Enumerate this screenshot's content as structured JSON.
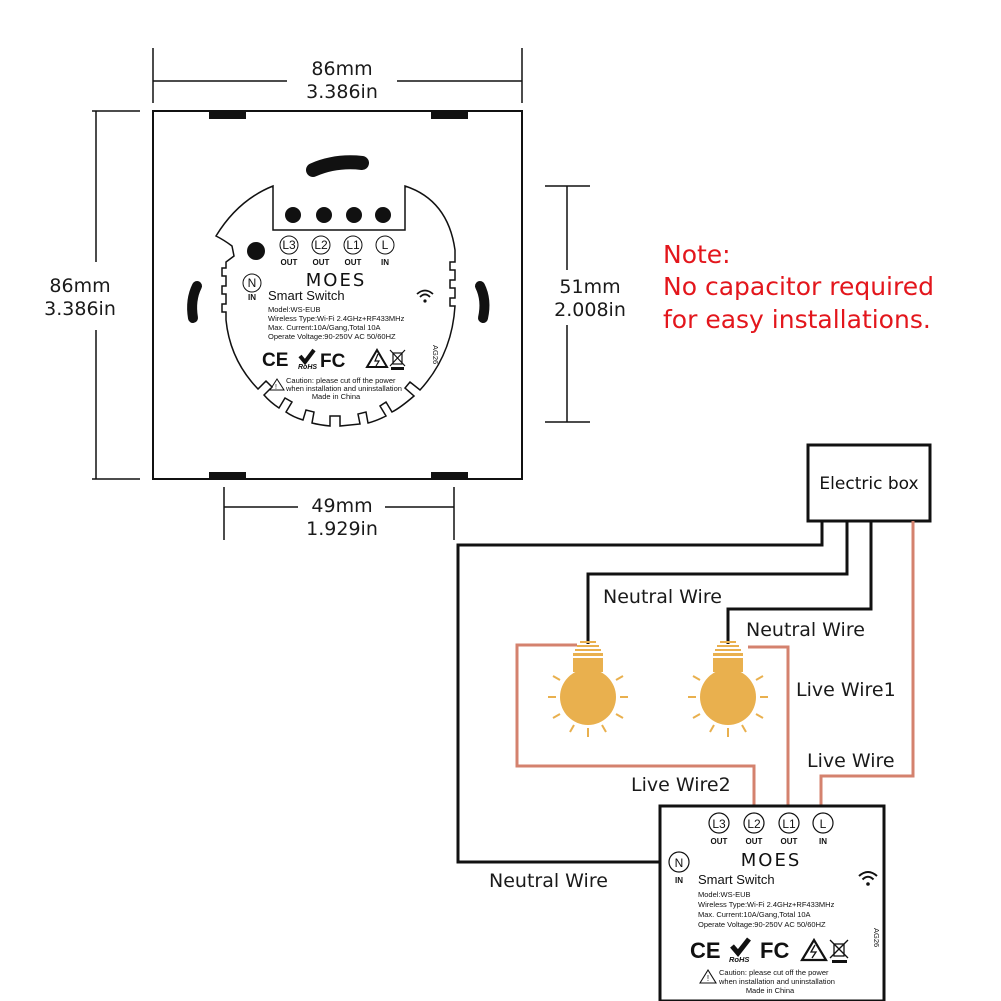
{
  "dimensions": {
    "top_width": {
      "mm": "86mm",
      "in": "3.386in"
    },
    "left_height": {
      "mm": "86mm",
      "in": "3.386in"
    },
    "right_height": {
      "mm": "51mm",
      "in": "2.008in"
    },
    "bottom_width": {
      "mm": "49mm",
      "in": "1.929in"
    }
  },
  "note": {
    "title": "Note:",
    "line1": "No capacitor required",
    "line2": "for easy installations."
  },
  "device": {
    "brand": "MOES",
    "product": "Smart Switch",
    "model": "Model:WS-EUB",
    "wireless": "Wireless Type:Wi-Fi 2.4GHz+RF433MHz",
    "current": "Max. Current:10A/Gang,Total 10A",
    "voltage": "Operate Voltage:90-250V AC 50/60HZ",
    "caution1": "Caution: please cut off the power",
    "caution2": "when installation and uninstallation",
    "origin": "Made in China",
    "side_code": "AG26",
    "certs": {
      "ce": "CE",
      "rohs": "RoHS",
      "fc": "FC"
    },
    "terminals": [
      {
        "label": "L3",
        "sub": "OUT"
      },
      {
        "label": "L2",
        "sub": "OUT"
      },
      {
        "label": "L1",
        "sub": "OUT"
      },
      {
        "label": "L",
        "sub": "IN"
      }
    ],
    "neutral": {
      "label": "N",
      "sub": "IN"
    }
  },
  "wiring": {
    "electric_box": "Electric box",
    "labels": {
      "neutral_wire_1": "Neutral Wire",
      "neutral_wire_2": "Neutral Wire",
      "neutral_wire_3": "Neutral Wire",
      "live_wire1": "Live Wire1",
      "live_wire2": "Live Wire2",
      "live_wire": "Live Wire"
    },
    "colors": {
      "neutral": "#111111",
      "live": "#d4826e",
      "bulb": "#e9b04e",
      "note": "#e3161c"
    }
  }
}
